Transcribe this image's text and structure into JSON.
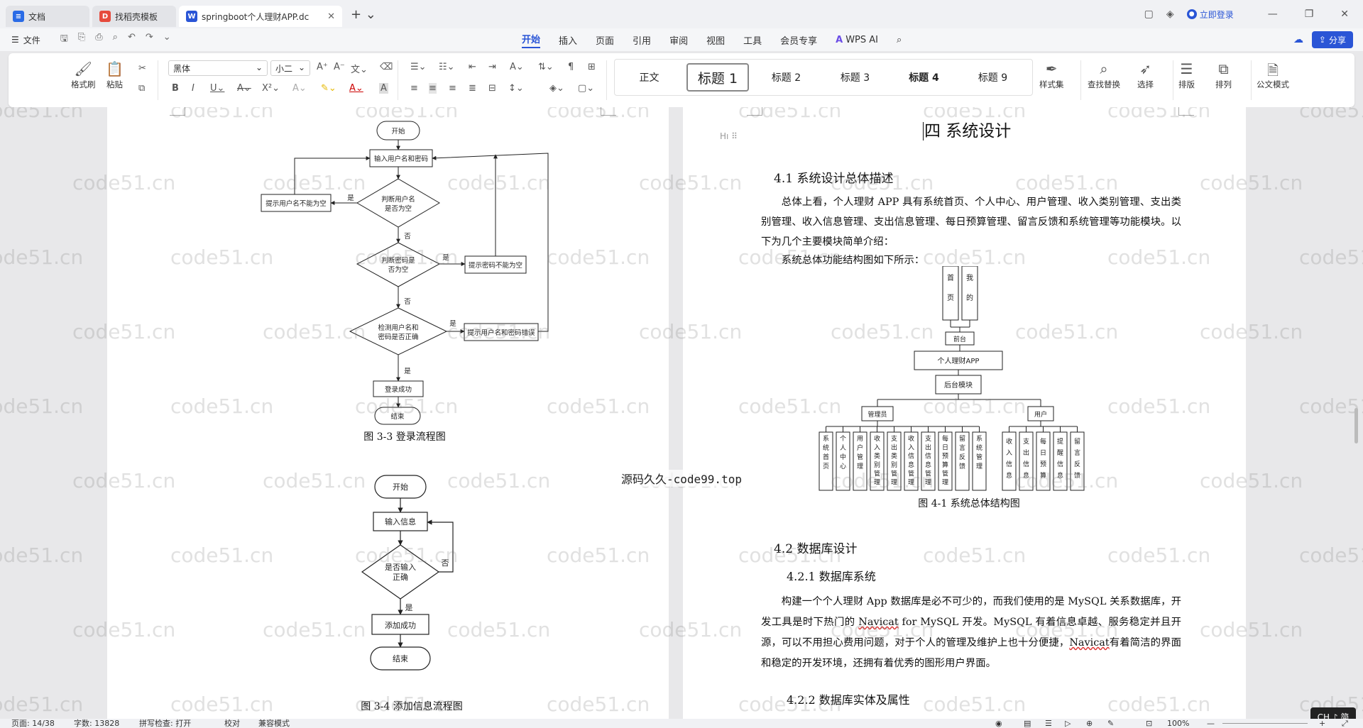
{
  "titlebar": {
    "tabs": [
      {
        "label": "文档",
        "icon": "docs-icon",
        "color": "#2a6be6"
      },
      {
        "label": "找稻壳模板",
        "icon": "docer-icon",
        "color": "#e64a3c"
      },
      {
        "label": "springboot个人理财APP.dc",
        "icon": "word-icon",
        "color": "#2a55d6"
      }
    ],
    "login_label": "立即登录"
  },
  "menubar": {
    "file_label": "文件",
    "menus": [
      "开始",
      "插入",
      "页面",
      "引用",
      "审阅",
      "视图",
      "工具",
      "会员专享"
    ],
    "wps_ai_label": "WPS AI",
    "share_label": "分享"
  },
  "ribbon": {
    "format_painter": "格式刷",
    "paste": "粘贴",
    "font_name": "黑体",
    "font_size": "小二",
    "styles": [
      "正文",
      "标题 1",
      "标题 2",
      "标题 3",
      "标题 4",
      "标题 9"
    ],
    "style_set": "样式集",
    "find_replace": "查找替换",
    "select": "选择",
    "layout": "排版",
    "arrange": "排列",
    "official_mode": "公文模式"
  },
  "left_page": {
    "flow1": {
      "start": "开始",
      "input": "输入用户名和密码",
      "check_name_1": "判断用户名",
      "check_name_2": "是否为空",
      "warn_name": "提示用户名不能为空",
      "check_pwd_1": "判断密码是",
      "check_pwd_2": "否为空",
      "warn_pwd": "提示密码不能为空",
      "check_ok_1": "检测用户名和",
      "check_ok_2": "密码是否正确",
      "warn_wrong": "提示用户名和密码错误",
      "success": "登录成功",
      "end": "结束",
      "yes": "是",
      "no": "否"
    },
    "caption1": "图 3-3  登录流程图",
    "flow2": {
      "start": "开始",
      "input": "输入信息",
      "check_1": "是否输入",
      "check_2": "正确",
      "added": "添加成功",
      "end": "结束",
      "yes": "是",
      "no": "否"
    },
    "caption2": "图 3-4  添加信息流程图"
  },
  "right_page": {
    "chapter": "四  系统设计",
    "sec41": "4.1 系统设计总体描述",
    "p1": "总体上看，个人理财 APP 具有系统首页、个人中心、用户管理、收入类别管理、支出类别管理、收入信息管理、支出信息管理、每日预算管理、留言反馈和系统管理等功能模块。以下为几个主要模块简单介绍：",
    "p2": "系统总体功能结构图如下所示：",
    "tree": {
      "top": [
        "首页",
        "我的"
      ],
      "front": "前台",
      "app": "个人理财APP",
      "back": "后台模块",
      "admin": "管理员",
      "user": "用户",
      "admin_items": [
        "系统首页",
        "个人中心",
        "用户管理",
        "收入类别管理",
        "支出类别管理",
        "收入信息管理",
        "支出信息管理",
        "每日预算管理",
        "留言反馈",
        "系统管理"
      ],
      "user_items": [
        "收入信息",
        "支出信息",
        "每日预算",
        "提醒信息",
        "留言反馈"
      ]
    },
    "caption": "图 4-1 系统总体结构图",
    "sec42": "4.2 数据库设计",
    "sec421": "4.2.1  数据库系统",
    "p3a": "构建一个个人理财 App 数据库是必不可少的，而我们使用的是 MySQL 关系数据库，开发工具是时下热门的 ",
    "p3_navicat": "Navicat",
    "p3b": " for MySQL 开发。MySQL 有着信息卓越、服务稳定并且开源，可以不用担心费用问题，对于个人的管理及维护上也十分便捷，",
    "p3c": "有着简洁的界面和稳定的开发环境，还拥有着优秀的图形用户界面。",
    "sec422": "4.2.2  数据库实体及属性"
  },
  "watermark": "code51.cn",
  "center_watermark": "源码久久-code99.top",
  "ime_badge": "CH ♪ 简",
  "statusbar": {
    "page": "页面: 14/38",
    "words": "字数: 13828",
    "spell": "拼写检查: 打开",
    "proof": "校对",
    "compat": "兼容模式",
    "zoom": "100%"
  }
}
